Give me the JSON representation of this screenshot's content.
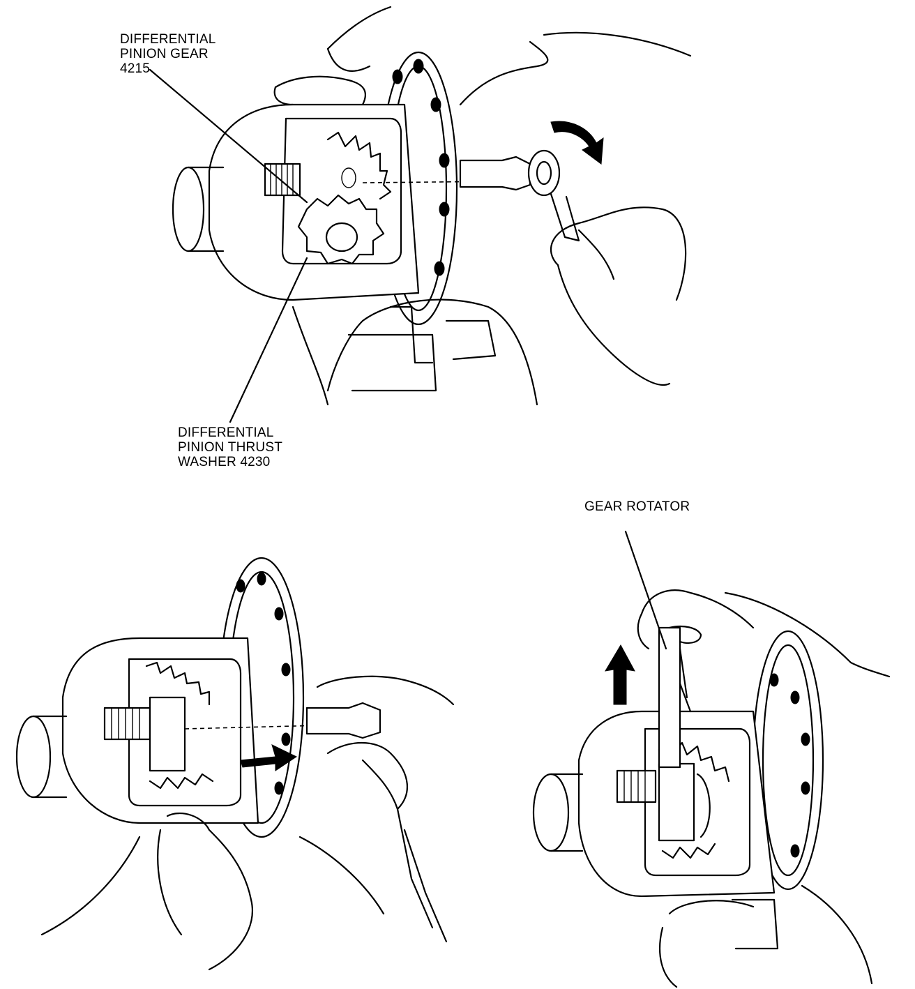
{
  "labels": {
    "pinion_gear": "DIFFERENTIAL\nPINION GEAR\n4215",
    "thrust_washer": "DIFFERENTIAL\nPINION THRUST\nWASHER 4230",
    "gear_rotator": "GEAR ROTATOR"
  },
  "colors": {
    "ink": "#000000",
    "paper": "#ffffff"
  }
}
